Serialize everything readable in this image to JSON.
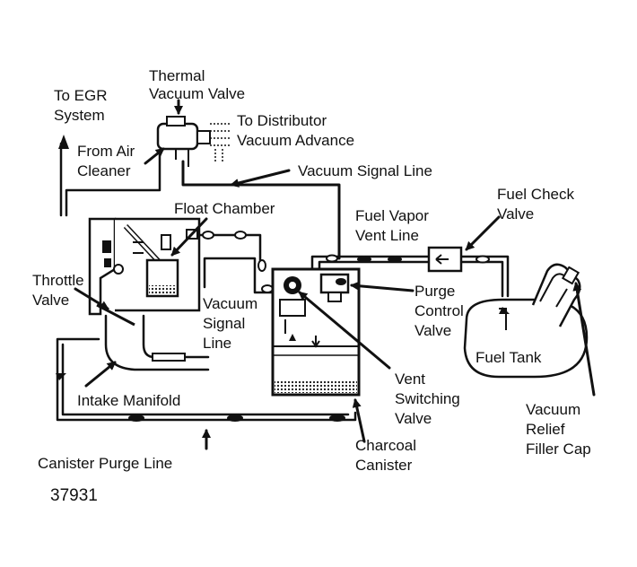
{
  "diagram": {
    "figure_number": "37931",
    "labels": {
      "thermal_vacuum_valve": [
        "Thermal",
        "Vacuum Valve"
      ],
      "to_egr_system": [
        "To EGR",
        "System"
      ],
      "to_distributor": [
        "To Distributor",
        "Vacuum Advance"
      ],
      "from_air_cleaner": [
        "From Air",
        "Cleaner"
      ],
      "vacuum_signal_line_top": [
        "Vacuum Signal Line"
      ],
      "float_chamber": [
        "Float Chamber"
      ],
      "fuel_check_valve": [
        "Fuel Check",
        "Valve"
      ],
      "fuel_vapor_vent_line": [
        "Fuel Vapor",
        "Vent Line"
      ],
      "throttle_valve": [
        "Throttle",
        "Valve"
      ],
      "vacuum_signal_line_mid": [
        "Vacuum",
        "Signal",
        "Line"
      ],
      "purge_control_valve": [
        "Purge",
        "Control",
        "Valve"
      ],
      "fuel_tank": [
        "Fuel Tank"
      ],
      "vent_switching_valve": [
        "Vent",
        "Switching",
        "Valve"
      ],
      "intake_manifold": [
        "Intake Manifold"
      ],
      "vacuum_relief_filler_cap": [
        "Vacuum",
        "Relief",
        "Filler Cap"
      ],
      "charcoal_canister": [
        "Charcoal",
        "Canister"
      ],
      "canister_purge_line": [
        "Canister Purge Line"
      ]
    },
    "colors": {
      "ink": "#111111",
      "paper": "#ffffff"
    }
  }
}
